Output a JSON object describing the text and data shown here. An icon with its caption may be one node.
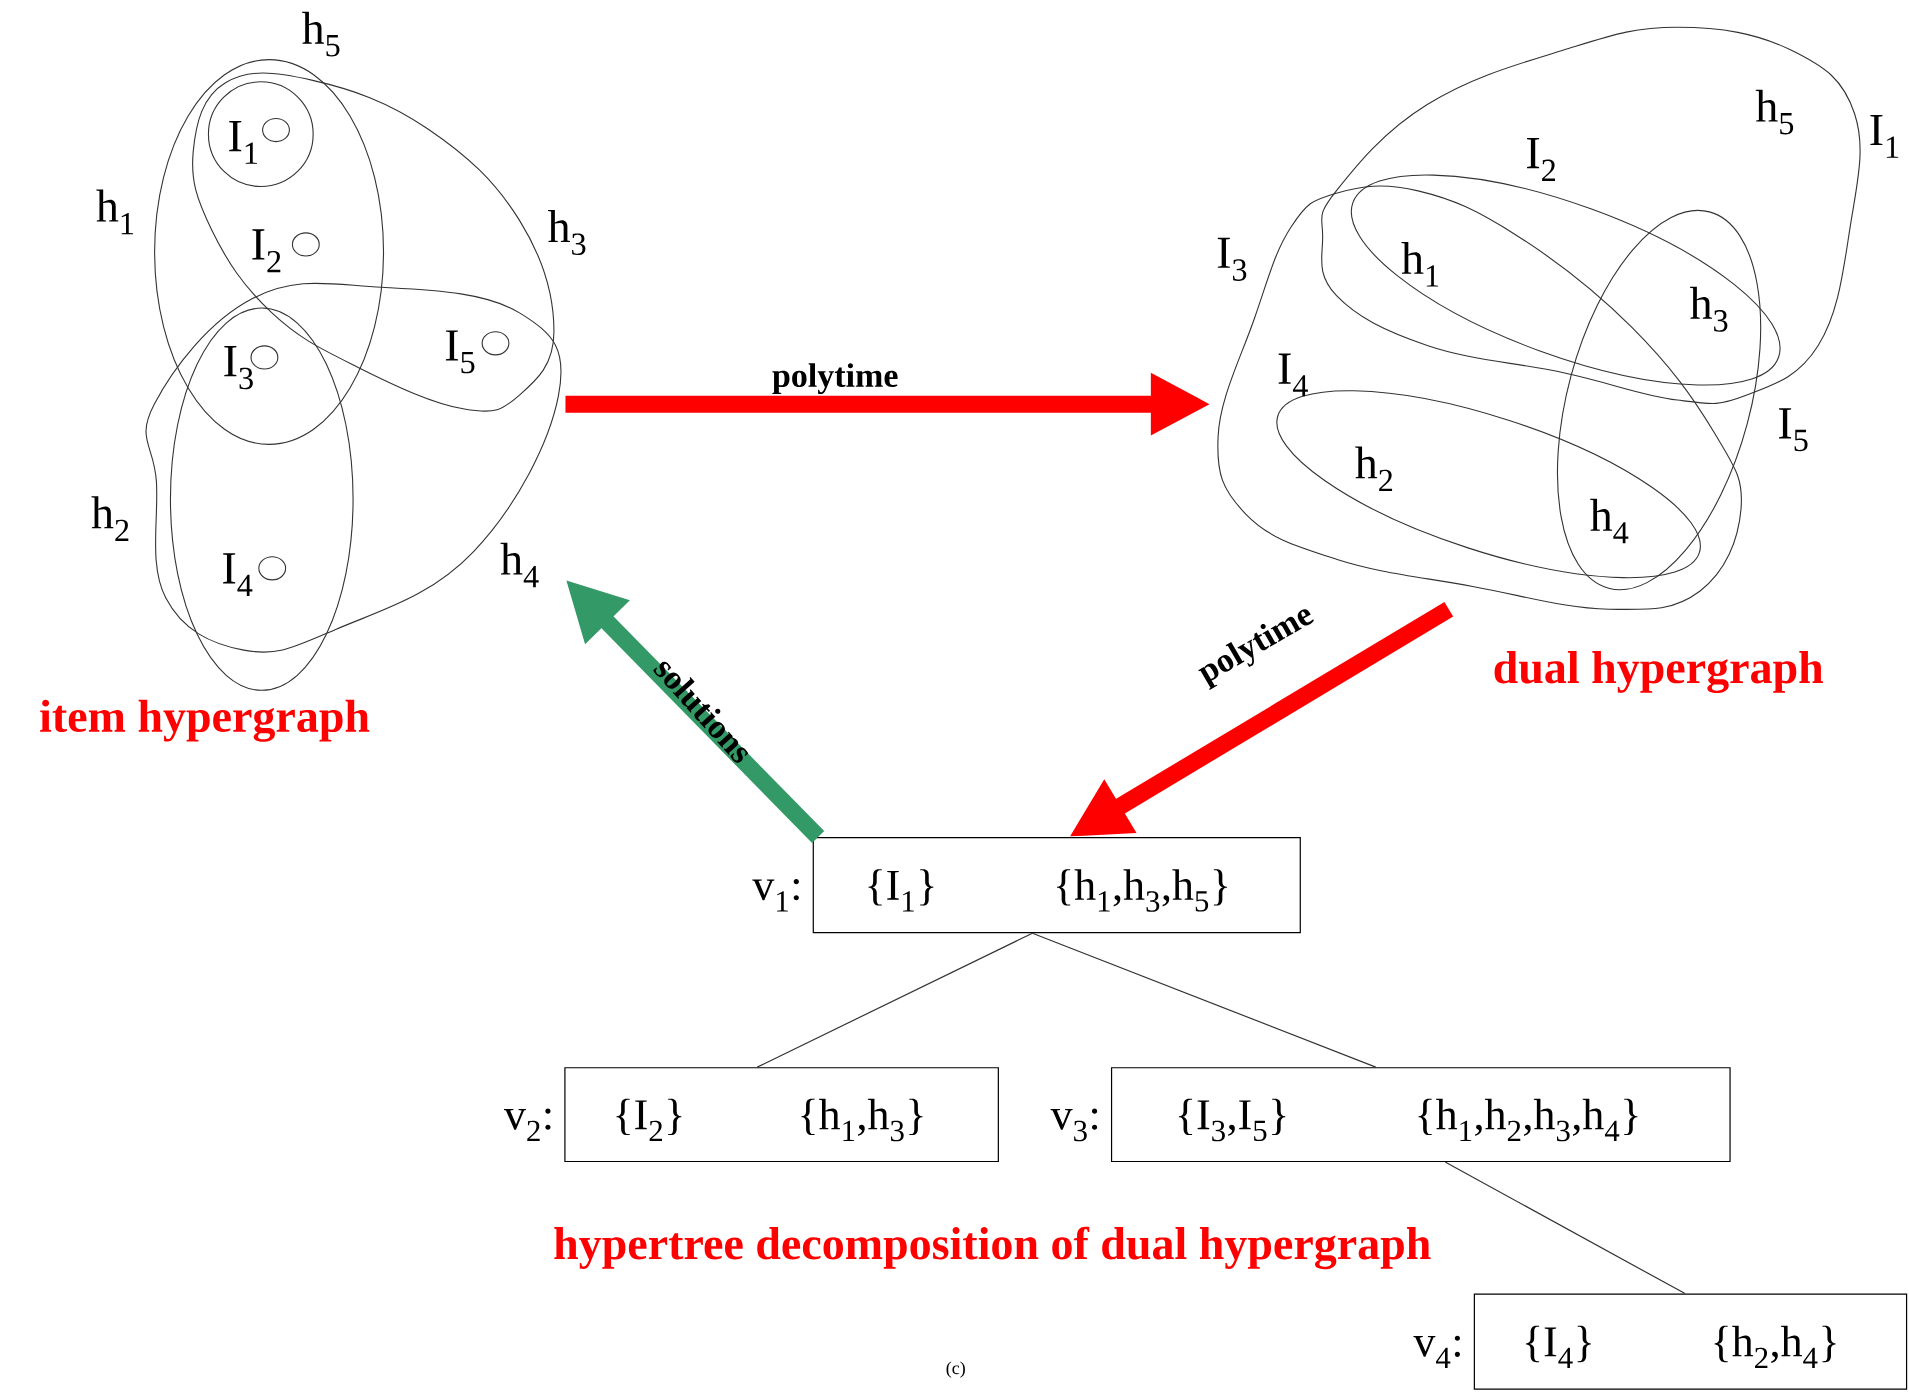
{
  "diagram": {
    "nodes": [
      {
        "text": [],
        "shape": "picture",
        "beside": [
          "item hypergraph"
        ]
      },
      {
        "text": [],
        "shape": "picture",
        "beside": [
          "dual hypergraph"
        ]
      },
      {
        "text": [
          "v$_{1}$:",
          "{I$_{1}$}",
          "{h$_{1}$,h$_{3}$,h$_{5}$}"
        ]
      },
      {
        "text": [
          "v$_{2}$:",
          "{I$_{2}$}",
          "{h$_{1}$,h$_{3}$}"
        ]
      },
      {
        "text": [
          "v$_{3}$:",
          "{I$_{3}$,I$_{5}$}",
          "{h$_{1}$,h$_{2}$,h$_{3}$,h$_{4}$}"
        ]
      },
      {
        "text": [
          "v$_{4}$:",
          "{I$_{4}$}",
          "{h$_{2}$,h$_{4}$}"
        ]
      }
    ],
    "edges": [
      {
        "from": 0,
        "to": 1,
        "arrow": "to",
        "label": "polytime",
        "style": "thick",
        "color": "#ff0000"
      },
      {
        "from": 1,
        "to": 2,
        "arrow": "to",
        "label": "polytime",
        "style": "thick",
        "color": "#ff0000"
      },
      {
        "from": 2,
        "to": 0,
        "arrow": "to",
        "label": "solutions",
        "style": "thick",
        "color": "#339966"
      },
      {
        "from": 2,
        "to": 3,
        "arrow": "none"
      },
      {
        "from": 2,
        "to": 4,
        "arrow": "none"
      },
      {
        "from": 4,
        "to": 5,
        "arrow": "none"
      }
    ],
    "labels": [
      "h$_{5}$",
      "I$_{1}$",
      "h$_{1}$",
      "I$_{2}$",
      "h$_{3}$",
      "I$_{5}$",
      "I$_{3}$",
      "h$_{2}$",
      "h$_{4}$",
      "I$_{4}$",
      "h$_{5}$",
      "I$_{1}$",
      "I$_{2}$",
      "I$_{3}$",
      "h$_{1}$",
      "h$_{3}$",
      "I$_{4}$",
      "I$_{5}$",
      "h$_{2}$",
      "h$_{4}$",
      "hypertree decomposition of dual hypergraph",
      "(c)"
    ]
  }
}
